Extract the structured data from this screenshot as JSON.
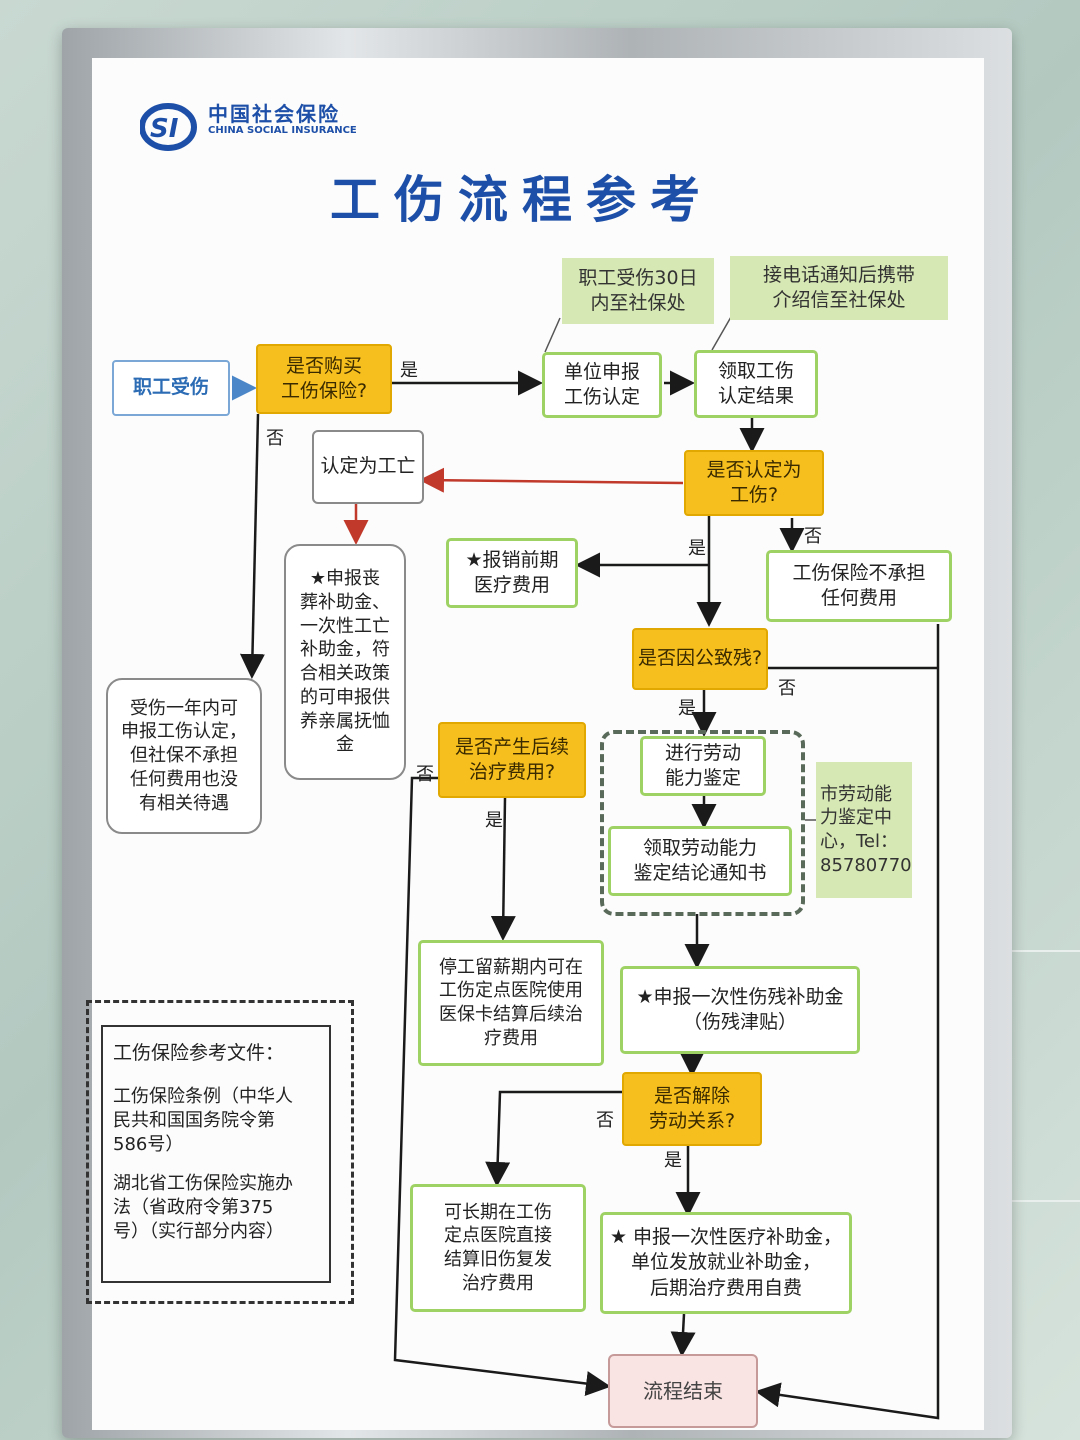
{
  "header": {
    "logo_cn": "中国社会保险",
    "logo_en": "CHINA SOCIAL INSURANCE",
    "logo_mark": "SI",
    "title": "工伤流程参考"
  },
  "notes": {
    "within_30_days": "职工受伤30日\n内至社保处",
    "after_call": "接电话通知后携带\n介绍信至社保处",
    "appraisal_center": "市劳动能\n力鉴定中\n心，Tel：\n85780770"
  },
  "nodes": {
    "injured": "职工受伤",
    "insured_q": "是否购买\n工伤保险?",
    "employer_report": "单位申报\n工伤认定",
    "receive_result": "领取工伤\n认定结果",
    "recognized_q": "是否认定为\n工伤?",
    "death": "认定为工亡",
    "death_benefits": "★申报丧\n葬补助金、\n一次性工亡\n补助金，符\n合相关政策\n的可申报供\n养亲属抚恤\n金",
    "reimburse": "★报销前期\n医疗费用",
    "no_cover": "工伤保险不承担\n任何费用",
    "uninsured_note": "受伤一年内可\n申报工伤认定，\n但社保不承担\n任何费用也没\n有相关待遇",
    "disability_q": "是否因公致残?",
    "followup_q": "是否产生后续\n治疗费用?",
    "ability_appraisal": "进行劳动\n能力鉴定",
    "receive_notice": "领取劳动能力\n鉴定结论通知书",
    "wage_period": "停工留薪期内可在\n工伤定点医院使用\n医保卡结算后续治\n疗费用",
    "disability_subsidy": "★申报一次性伤残补助金\n（伤残津贴）",
    "terminate_q": "是否解除\n劳动关系?",
    "long_term": "可长期在工伤\n定点医院直接\n结算旧伤复发\n治疗费用",
    "medical_subsidy": "★ 申报一次性医疗补助金，\n单位发放就业补助金，\n后期治疗费用自费",
    "end": "流程结束"
  },
  "labels": {
    "yes": "是",
    "no": "否"
  },
  "reference": {
    "heading": "工伤保险参考文件：",
    "doc1": "工伤保险条例（中华人\n民共和国国务院令第\n586号）",
    "doc2": "湖北省工伤保险实施办\n法（省政府令第375\n号）（实行部分内容）"
  },
  "colors": {
    "green_border": "#9fd264",
    "yellow_decision": "#f6bf1e",
    "note_fill": "#d6e8b3",
    "title_blue": "#1e4fa8",
    "red_arrow": "#c0392b"
  }
}
